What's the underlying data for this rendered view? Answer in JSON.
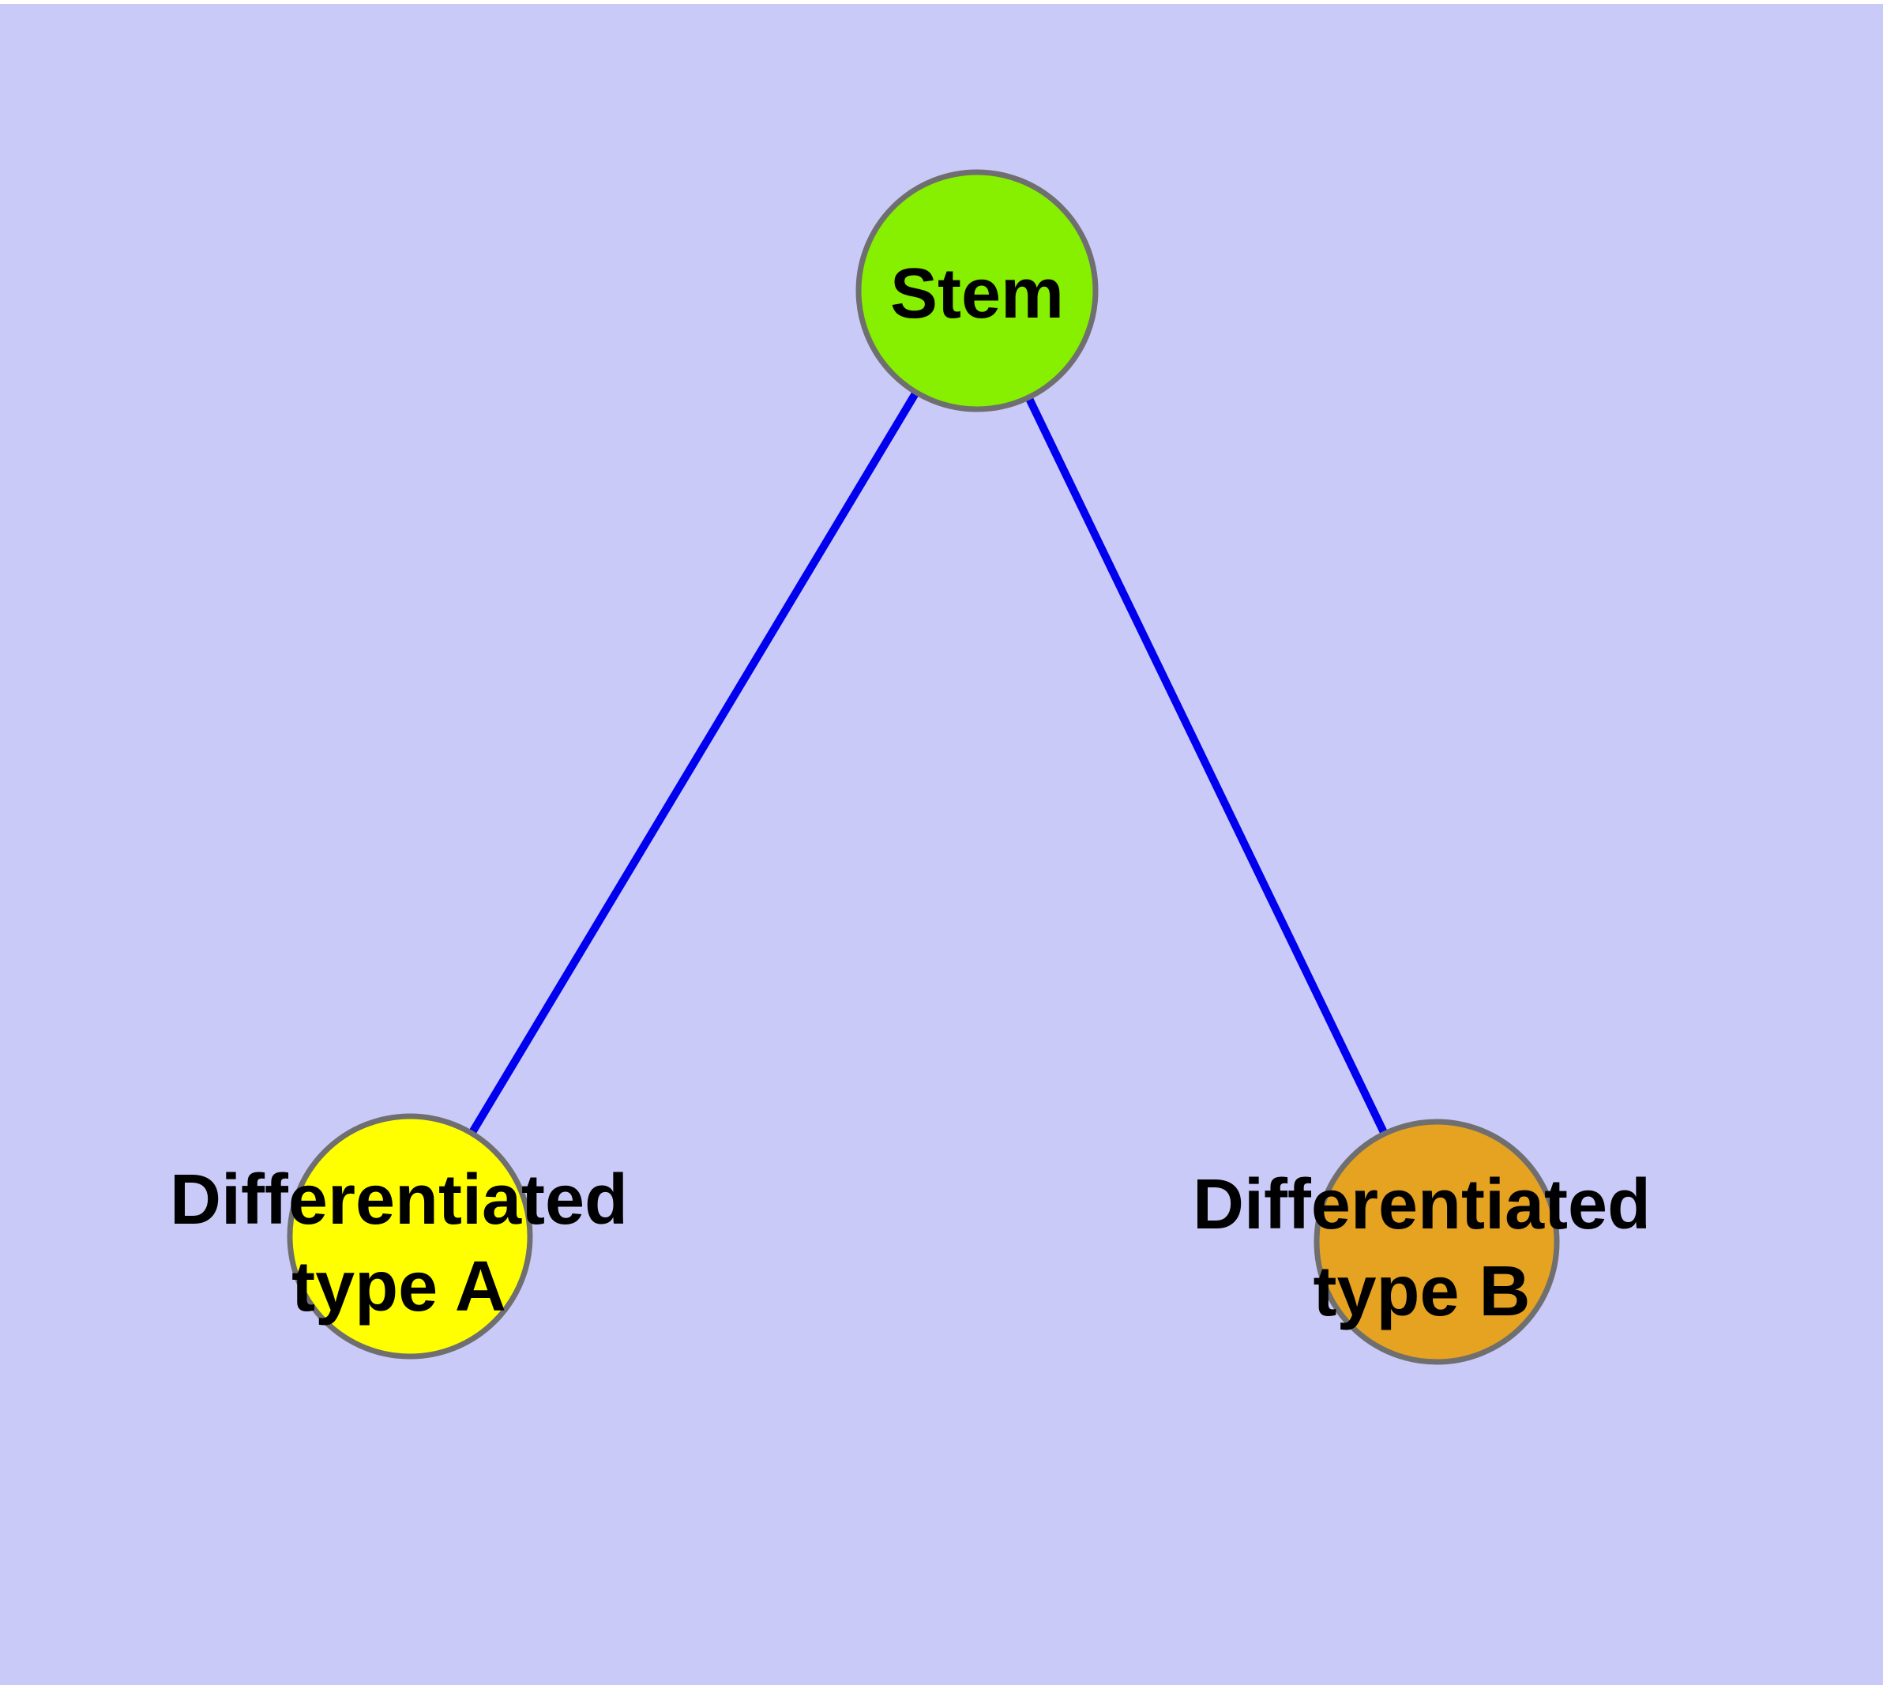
{
  "diagram": {
    "type": "node-link-graph",
    "background_color": "#cacaf8",
    "margin_color": "#ffffff",
    "edge_color": "#0000ee",
    "node_border_color": "#6f6f6f",
    "label_color": "#000000",
    "nodes": {
      "stem": {
        "label": "Stem",
        "fill": "#86f000"
      },
      "type_a": {
        "label_line1": "Differentiated",
        "label_line2": "type A",
        "fill": "#ffff00"
      },
      "type_b": {
        "label_line1": "Differentiated",
        "label_line2": "type B",
        "fill": "#e6a221"
      }
    },
    "edges": [
      {
        "from": "Stem",
        "to": "Differentiated type A"
      },
      {
        "from": "Stem",
        "to": "Differentiated type B"
      }
    ]
  }
}
